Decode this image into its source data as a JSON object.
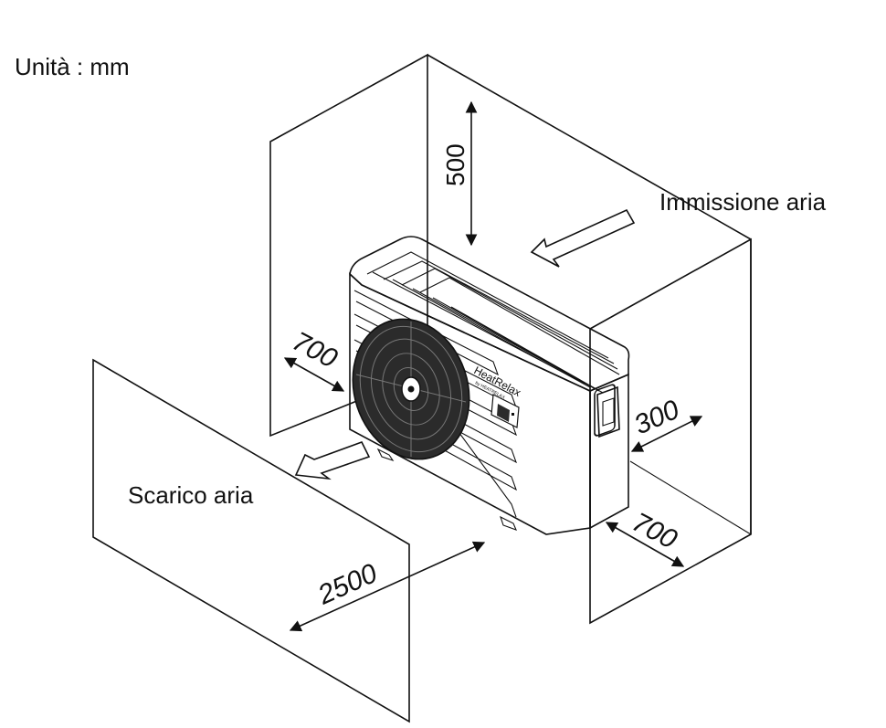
{
  "unit_label": "Unità : mm",
  "labels": {
    "air_intake": "Immissione aria",
    "air_exhaust": "Scarico aria"
  },
  "dimensions": {
    "top": "500",
    "left": "700",
    "right": "300",
    "right_bottom": "700",
    "front": "2500"
  },
  "brand": {
    "name": "HeatRelax",
    "sub": "by HEATRELAX"
  },
  "colors": {
    "line": "#111111",
    "fan_dark": "#2b2b2b",
    "unit_fill": "#f4f4f4"
  }
}
